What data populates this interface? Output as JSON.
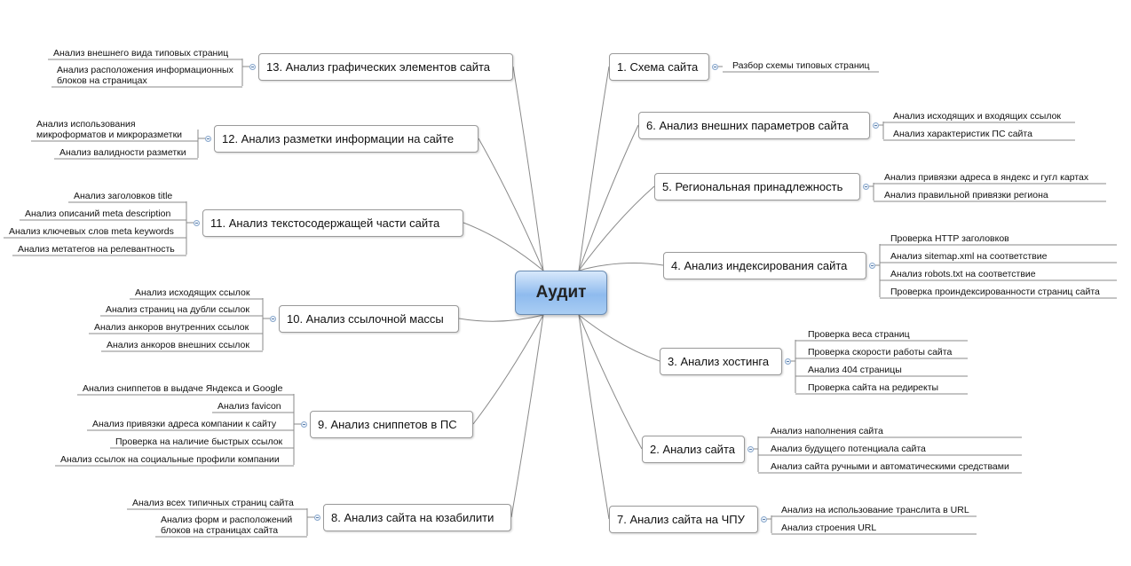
{
  "root": {
    "label": "Аудит"
  },
  "branches": [
    {
      "id": "b1",
      "label": "1. Схема сайта",
      "leaves": [
        "Разбор схемы типовых страниц"
      ]
    },
    {
      "id": "b6",
      "label": "6. Анализ внешних параметров сайта",
      "leaves": [
        "Анализ исходящих и входящих ссылок",
        "Анализ характеристик ПС сайта"
      ]
    },
    {
      "id": "b5",
      "label": "5. Региональная принадлежность",
      "leaves": [
        "Анализ привязки адреса в яндекс и гугл картах",
        "Анализ правильной привязки региона"
      ]
    },
    {
      "id": "b4",
      "label": "4. Анализ индексирования сайта",
      "leaves": [
        "Проверка HTTP заголовков",
        "Анализ sitemap.xml на соответствие",
        "Анализ robots.txt на соответствие",
        "Проверка проиндексированности страниц сайта"
      ]
    },
    {
      "id": "b3",
      "label": "3. Анализ хостинга",
      "leaves": [
        "Проверка веса страниц",
        "Проверка скорости работы сайта",
        "Анализ 404 страницы",
        "Проверка сайта на редиректы"
      ]
    },
    {
      "id": "b2",
      "label": "2. Анализ сайта",
      "leaves": [
        "Анализ наполнения сайта",
        "Анализ будущего потенциала сайта",
        "Анализ сайта ручными и автоматическими средствами"
      ]
    },
    {
      "id": "b7",
      "label": "7. Анализ сайта на ЧПУ",
      "leaves": [
        "Анализ на использование транслита в URL",
        "Анализ строения URL"
      ]
    },
    {
      "id": "b13",
      "label": "13. Анализ графических элементов сайта",
      "leaves": [
        "Анализ внешнего вида типовых страниц",
        "Анализ расположения информационных блоков на страницах"
      ]
    },
    {
      "id": "b12",
      "label": "12. Анализ разметки информации на сайте",
      "leaves": [
        "Анализ использования микроформатов и микроразметки",
        "Анализ валидности разметки"
      ]
    },
    {
      "id": "b11",
      "label": "11. Анализ текстосодержащей части сайта",
      "leaves": [
        "Анализ заголовков title",
        "Анализ описаний meta description",
        "Анализ ключевых слов meta keywords",
        "Анализ метатегов на релевантность"
      ]
    },
    {
      "id": "b10",
      "label": "10. Анализ ссылочной массы",
      "leaves": [
        "Анализ исходящих ссылок",
        "Анализ страниц на дубли ссылок",
        "Анализ анкоров внутренних ссылок",
        "Анализ анкоров внешних ссылок"
      ]
    },
    {
      "id": "b9",
      "label": "9. Анализ сниппетов в ПС",
      "leaves": [
        "Анализ сниппетов в выдаче Яндекса и Google",
        "Анализ  favicon",
        "Анализ привязки адреса компании к сайту",
        "Проверка на наличие быстрых ссылок",
        "Анализ ссылок на социальные профили компании"
      ]
    },
    {
      "id": "b8",
      "label": "8. Анализ сайта на юзабилити",
      "leaves": [
        "Анализ всех типичных страниц сайта",
        "Анализ форм и расположений блоков на страницах сайта"
      ]
    }
  ],
  "colors": {
    "root_fill": "#9cc4f0",
    "root_border": "#6b8cb3",
    "connector": "#777777",
    "topic_border": "#9a9a9a",
    "knob": "#8aa8cc"
  }
}
